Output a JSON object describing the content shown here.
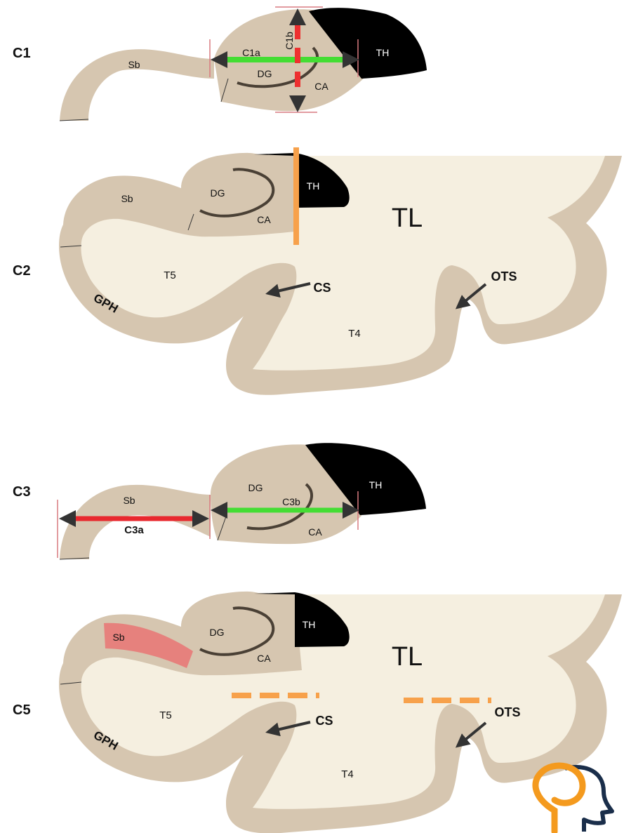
{
  "colors": {
    "gray_matter": "#d6c6b0",
    "white_matter": "#f5efe0",
    "thalamus": "#000000",
    "dg_band": "#4a4035",
    "measure_green": "#44dd33",
    "measure_red": "#e8282e",
    "height_red": "#ee3030",
    "cut_orange": "#f7a14b",
    "sb_highlight": "#e6817d",
    "arrow": "#333333",
    "logo_orange": "#f49a1e",
    "logo_navy": "#1a2e4a"
  },
  "panels": {
    "c1": {
      "id": "C1",
      "labels": {
        "sb": "Sb",
        "dg": "DG",
        "ca": "CA",
        "th": "TH",
        "c1a": "C1a",
        "c1b": "C1b"
      }
    },
    "c2": {
      "id": "C2",
      "labels": {
        "sb": "Sb",
        "dg": "DG",
        "ca": "CA",
        "th": "TH",
        "tl": "TL",
        "t5": "T5",
        "t4": "T4",
        "gph": "GPH",
        "cs": "CS",
        "ots": "OTS"
      }
    },
    "c3": {
      "id": "C3",
      "labels": {
        "sb": "Sb",
        "dg": "DG",
        "ca": "CA",
        "th": "TH",
        "c3a": "C3a",
        "c3b": "C3b"
      }
    },
    "c5": {
      "id": "C5",
      "labels": {
        "sb": "Sb",
        "dg": "DG",
        "ca": "CA",
        "th": "TH",
        "tl": "TL",
        "t5": "T5",
        "t4": "T4",
        "gph": "GPH",
        "cs": "CS",
        "ots": "OTS"
      }
    }
  },
  "logo": {
    "icon": "brain-head-logo-icon"
  }
}
